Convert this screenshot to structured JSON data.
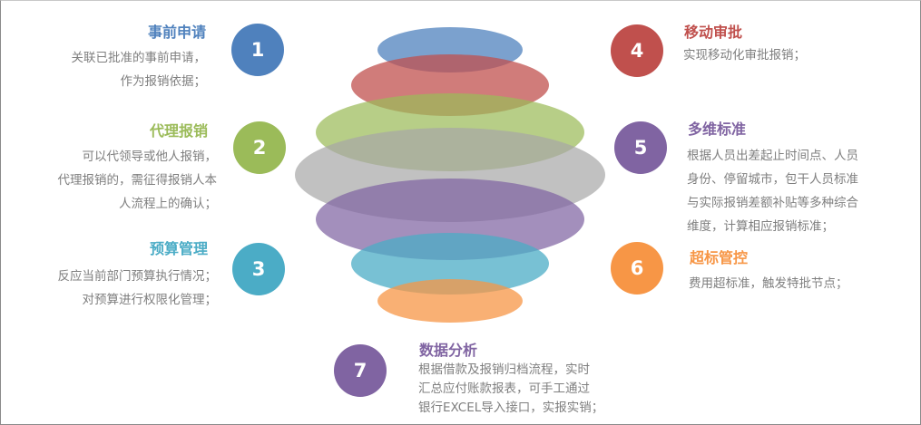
{
  "colors": {
    "blue": "#4f81bd",
    "green": "#9bbb59",
    "teal": "#4bacc6",
    "red": "#c0504d",
    "purple": "#8064a2",
    "orange": "#f79646",
    "desc_text": "#7f7f7f"
  },
  "items": [
    {
      "number": "1",
      "title": "事前申请",
      "color": "#4f81bd",
      "lines": [
        "关联已批准的事前申请，",
        "作为报销依据；"
      ]
    },
    {
      "number": "2",
      "title": "代理报销",
      "color": "#9bbb59",
      "lines": [
        "可以代领导或他人报销，",
        "代理报销的，需征得报销人本",
        "人流程上的确认；"
      ]
    },
    {
      "number": "3",
      "title": "预算管理",
      "color": "#4bacc6",
      "lines": [
        "反应当前部门预算执行情况；",
        "对预算进行权限化管理；"
      ]
    },
    {
      "number": "4",
      "title": "移动审批",
      "color": "#c0504d",
      "lines": [
        "实现移动化审批报销；"
      ]
    },
    {
      "number": "5",
      "title": "多维标准",
      "color": "#8064a2",
      "lines": [
        "根据人员出差起止时间点、人员",
        "身份、停留城市，包干人员标准",
        "与实际报销差额补贴等多种综合",
        "维度，计算相应报销标准；"
      ]
    },
    {
      "number": "6",
      "title": "超标管控",
      "color": "#f79646",
      "lines": [
        "费用超标准，触发特批节点；"
      ]
    },
    {
      "number": "7",
      "title": "数据分析",
      "color": "#8064a2",
      "lines": [
        "根据借款及报销归档流程，实时",
        "汇总应付账款报表，可手工通过",
        "银行EXCEL导入接口，实报实销；"
      ]
    }
  ],
  "ellipse_stack": [
    {
      "name": "blue",
      "color": "#4f81bd"
    },
    {
      "name": "red",
      "color": "#c0504d"
    },
    {
      "name": "green",
      "color": "#9bbb59"
    },
    {
      "name": "gray",
      "color": "#a6a6a6"
    },
    {
      "name": "purple",
      "color": "#8064a2"
    },
    {
      "name": "teal",
      "color": "#4bacc6"
    },
    {
      "name": "orange",
      "color": "#f79646"
    }
  ]
}
